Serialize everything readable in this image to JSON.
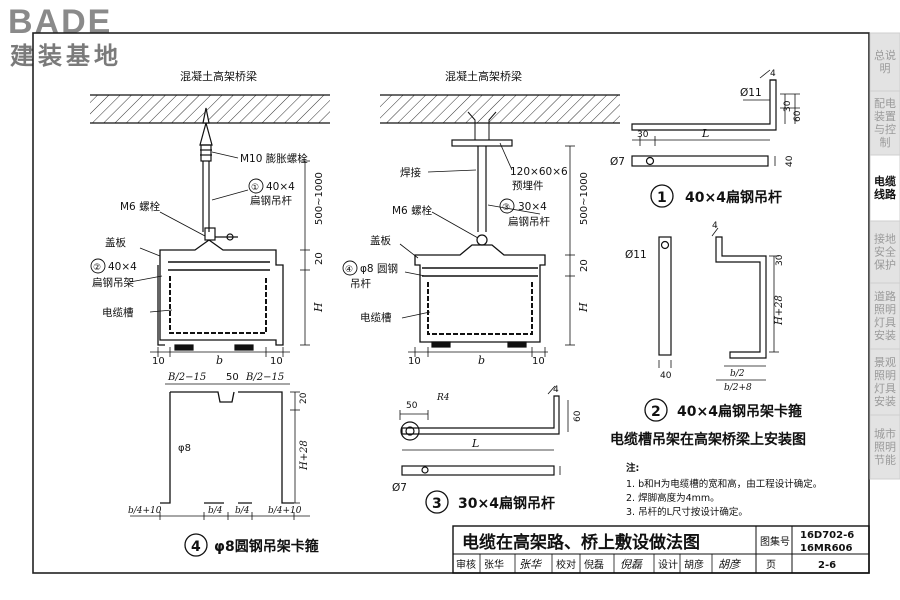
{
  "logo": {
    "brand": "BADE",
    "subtitle": "建装基地"
  },
  "side_tabs": [
    {
      "label": "总说明",
      "active": false
    },
    {
      "label": "配电装置与控制",
      "active": false
    },
    {
      "label": "电缆线路",
      "active": true
    },
    {
      "label": "接地安全保护",
      "active": false
    },
    {
      "label": "道路照明灯具安装",
      "active": false
    },
    {
      "label": "景观照明灯具安装",
      "active": false
    },
    {
      "label": "城市照明节能",
      "active": false
    }
  ],
  "left_view": {
    "beam_label": "混凝土高架桥梁",
    "bolt_label": "M10 膨胀螺栓",
    "rod_ref": "①",
    "rod_spec": "40×4",
    "rod_name": "扁钢吊杆",
    "m6_label": "M6 螺栓",
    "cover_label": "盖板",
    "hanger_ref": "②",
    "hanger_spec": "40×4",
    "hanger_name": "扁钢吊架",
    "tray_label": "电缆槽",
    "dim_vertical": "500~1000",
    "dim_20": "20",
    "dim_H": "H",
    "dim_10a": "10",
    "dim_b": "b",
    "dim_10b": "10"
  },
  "mid_view": {
    "beam_label": "混凝土高架桥梁",
    "weld_label": "焊接",
    "plate_label": "120×60×6",
    "plate_name": "预埋件",
    "rod_ref": "③",
    "rod_spec": "30×4",
    "rod_name": "扁钢吊杆",
    "m6_label": "M6 螺栓",
    "cover_label": "盖板",
    "hanger_ref": "④",
    "hanger_spec": "φ8 圆钢",
    "hanger_name": "吊杆",
    "tray_label": "电缆槽",
    "dim_vertical": "500~1000",
    "dim_20": "20",
    "dim_H": "H",
    "dim_10a": "10",
    "dim_b": "b",
    "dim_10b": "10"
  },
  "detail1": {
    "dia": "Ø11",
    "d30": "30",
    "d60": "60",
    "d30b": "30",
    "dL": "L",
    "d7": "Ø7",
    "d40": "40",
    "d4": "4",
    "num": "1",
    "title": "40×4扁钢吊杆"
  },
  "detail2": {
    "dia": "Ø11",
    "d4": "4",
    "d30": "30",
    "dH28": "H+28",
    "d40": "40",
    "db2": "b/2",
    "db2p8": "b/2+8",
    "num": "2",
    "title": "40×4扁钢吊架卡箍"
  },
  "detail3": {
    "d50": "50",
    "R4": "R4",
    "d4": "4",
    "d60": "60",
    "dL": "L",
    "d7": "Ø7",
    "num": "3",
    "title": "30×4扁钢吊杆"
  },
  "detail4": {
    "dB215a": "B/2−15",
    "d50": "50",
    "dB215b": "B/2−15",
    "d20": "20",
    "phi8": "φ8",
    "dH28": "H+28",
    "db410a": "b/4+10",
    "db4a": "b/4",
    "db4b": "b/4",
    "db410b": "b/4+10",
    "num": "4",
    "title": "φ8圆钢吊架卡箍"
  },
  "install_title": "电缆槽吊架在高架桥梁上安装图",
  "notes": {
    "heading": "注:",
    "items": [
      "1.  b和H为电缆槽的宽和高，由工程设计确定。",
      "2.  焊脚高度为4mm。",
      "3.  吊杆的L尺寸按设计确定。"
    ]
  },
  "title_block": {
    "title": "电缆在高架路、桥上敷设做法图",
    "atlas_label": "图集号",
    "atlas_no1": "16D702-6",
    "atlas_no2": "16MR606",
    "review_label": "审核",
    "review_name": "张华",
    "review_sign": "张华",
    "check_label": "校对",
    "check_name": "倪磊",
    "check_sign": "倪磊",
    "design_label": "设计",
    "design_name": "胡彦",
    "design_sign": "胡彦",
    "page_label": "页",
    "page_no": "2-6"
  }
}
